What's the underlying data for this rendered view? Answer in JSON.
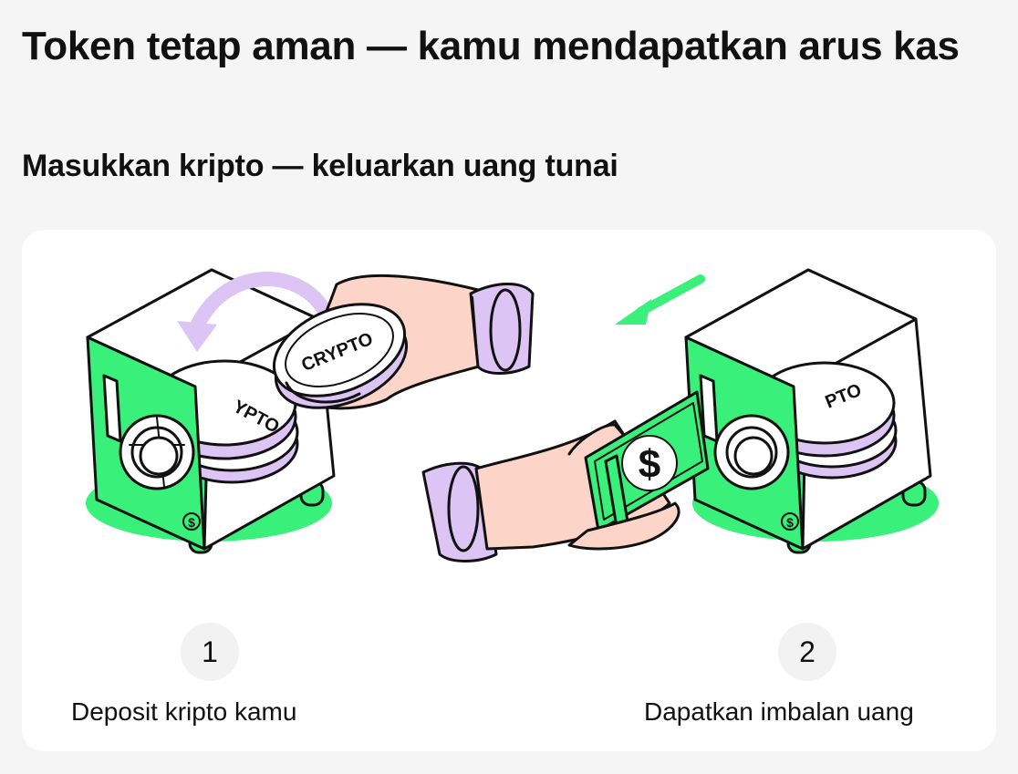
{
  "header": {
    "title": "Token tetap aman — kamu mendapatkan arus kas",
    "subtitle": "Masukkan kripto — keluarkan uang tunai"
  },
  "steps": [
    {
      "number": "1",
      "label": "Deposit kripto kamu"
    },
    {
      "number": "2",
      "label": "Dapatkan imbalan uang"
    }
  ],
  "illustration": {
    "coin_text": "CRYPTO",
    "coin_text_partial": "YPTO",
    "coin_text_partial_right": "PTO",
    "bill_symbol": "$",
    "safe_logo_symbol": "$"
  },
  "colors": {
    "green": "#39f07a",
    "purple": "#dcc4f5",
    "skin": "#fdd5c8",
    "background": "#f5f5f5",
    "card": "#ffffff"
  }
}
